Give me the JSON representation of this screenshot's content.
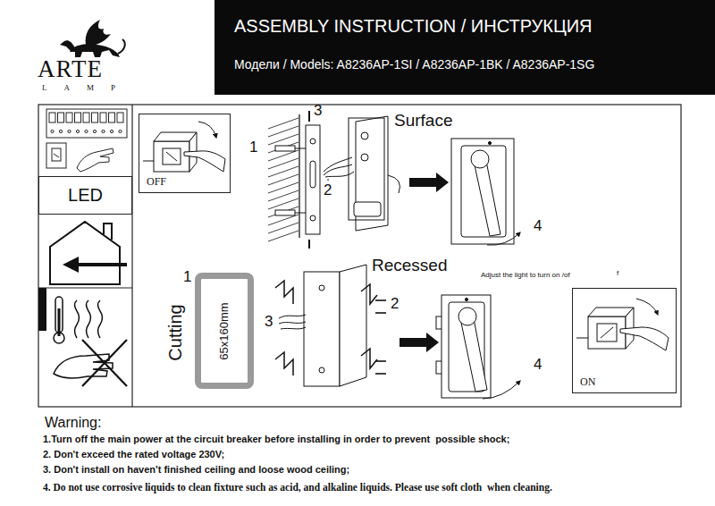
{
  "diagram": {
    "title": "ASSEMBLY INSTRUCTION / ИНСТРУКЦИЯ",
    "nodes": [
      {
        "text": [
          "LED"
        ]
      },
      {
        "text": [
          "OFF"
        ]
      },
      {
        "text": [
          "65x160mm"
        ]
      },
      {
        "text": [
          "ON"
        ]
      }
    ],
    "labels": [
      "ARTE",
      "LAMP",
      "Модели / Models: A8236AP-1SI / A8236AP-1BK / A8236AP-1SG",
      "3",
      "Surface",
      "1",
      "2",
      "4",
      "Recessed",
      "Adjust the light to turn on /of",
      "f",
      "Cutting",
      "1",
      "3",
      "2",
      "4",
      "Warning:",
      "1.Turn off the main power at the circuit breaker before installing in order to prevent  possible shock;",
      "2. Don't exceed the rated voltage 230V;",
      "3. Don't install on haven't finished ceiling and loose wood ceiling;",
      "4. Do not use corrosive liquids to clean fixture such as acid, and alkaline liquids. Please use soft cloth  when cleaning."
    ]
  }
}
